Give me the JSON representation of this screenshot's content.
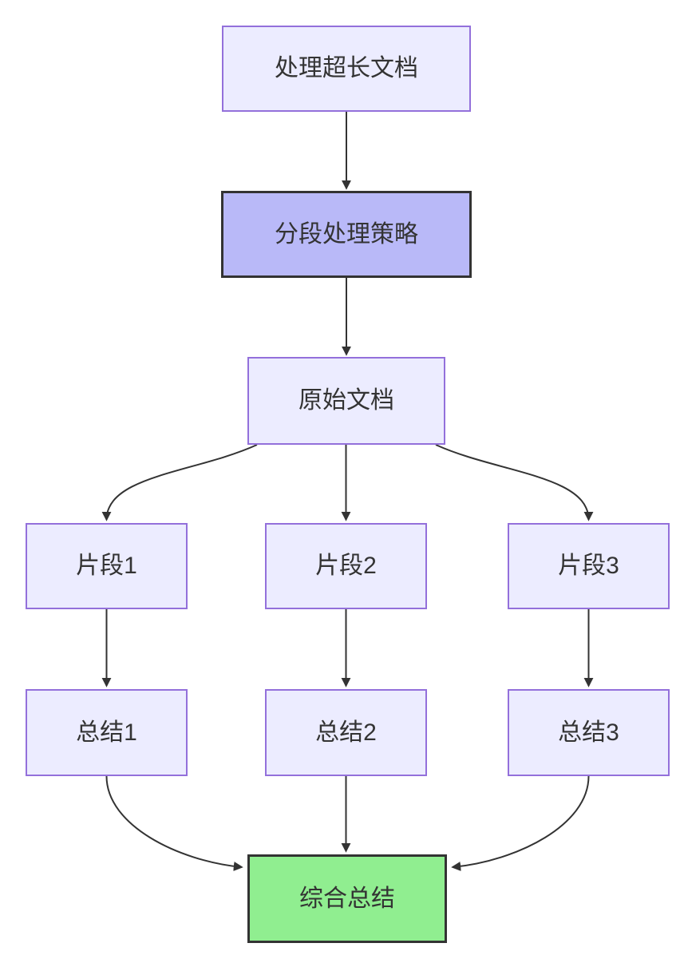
{
  "diagram": {
    "type": "flowchart",
    "direction": "top-down",
    "nodes": [
      {
        "id": "A",
        "label": "处理超长文档",
        "style": "default"
      },
      {
        "id": "B",
        "label": "分段处理策略",
        "style": "highlight"
      },
      {
        "id": "C",
        "label": "原始文档",
        "style": "default"
      },
      {
        "id": "D",
        "label": "片段1",
        "style": "default"
      },
      {
        "id": "E",
        "label": "片段2",
        "style": "default"
      },
      {
        "id": "F",
        "label": "片段3",
        "style": "default"
      },
      {
        "id": "G",
        "label": "总结1",
        "style": "default"
      },
      {
        "id": "H",
        "label": "总结2",
        "style": "default"
      },
      {
        "id": "I",
        "label": "总结3",
        "style": "default"
      },
      {
        "id": "J",
        "label": "综合总结",
        "style": "success"
      }
    ],
    "edges": [
      {
        "from": "处理超长文档",
        "to": "分段处理策略"
      },
      {
        "from": "分段处理策略",
        "to": "原始文档"
      },
      {
        "from": "原始文档",
        "to": "片段1"
      },
      {
        "from": "原始文档",
        "to": "片段2"
      },
      {
        "from": "原始文档",
        "to": "片段3"
      },
      {
        "from": "片段1",
        "to": "总结1"
      },
      {
        "from": "片段2",
        "to": "总结2"
      },
      {
        "from": "片段3",
        "to": "总结3"
      },
      {
        "from": "总结1",
        "to": "综合总结"
      },
      {
        "from": "总结2",
        "to": "综合总结"
      },
      {
        "from": "总结3",
        "to": "综合总结"
      }
    ],
    "colors": {
      "node_fill": "#ECECFF",
      "node_border": "#9370DB",
      "highlight_fill": "#b9b9f8",
      "highlight_border": "#333333",
      "success_fill": "#90EE90",
      "success_border": "#333333",
      "edge_color": "#333333",
      "text_color": "#333333"
    }
  }
}
